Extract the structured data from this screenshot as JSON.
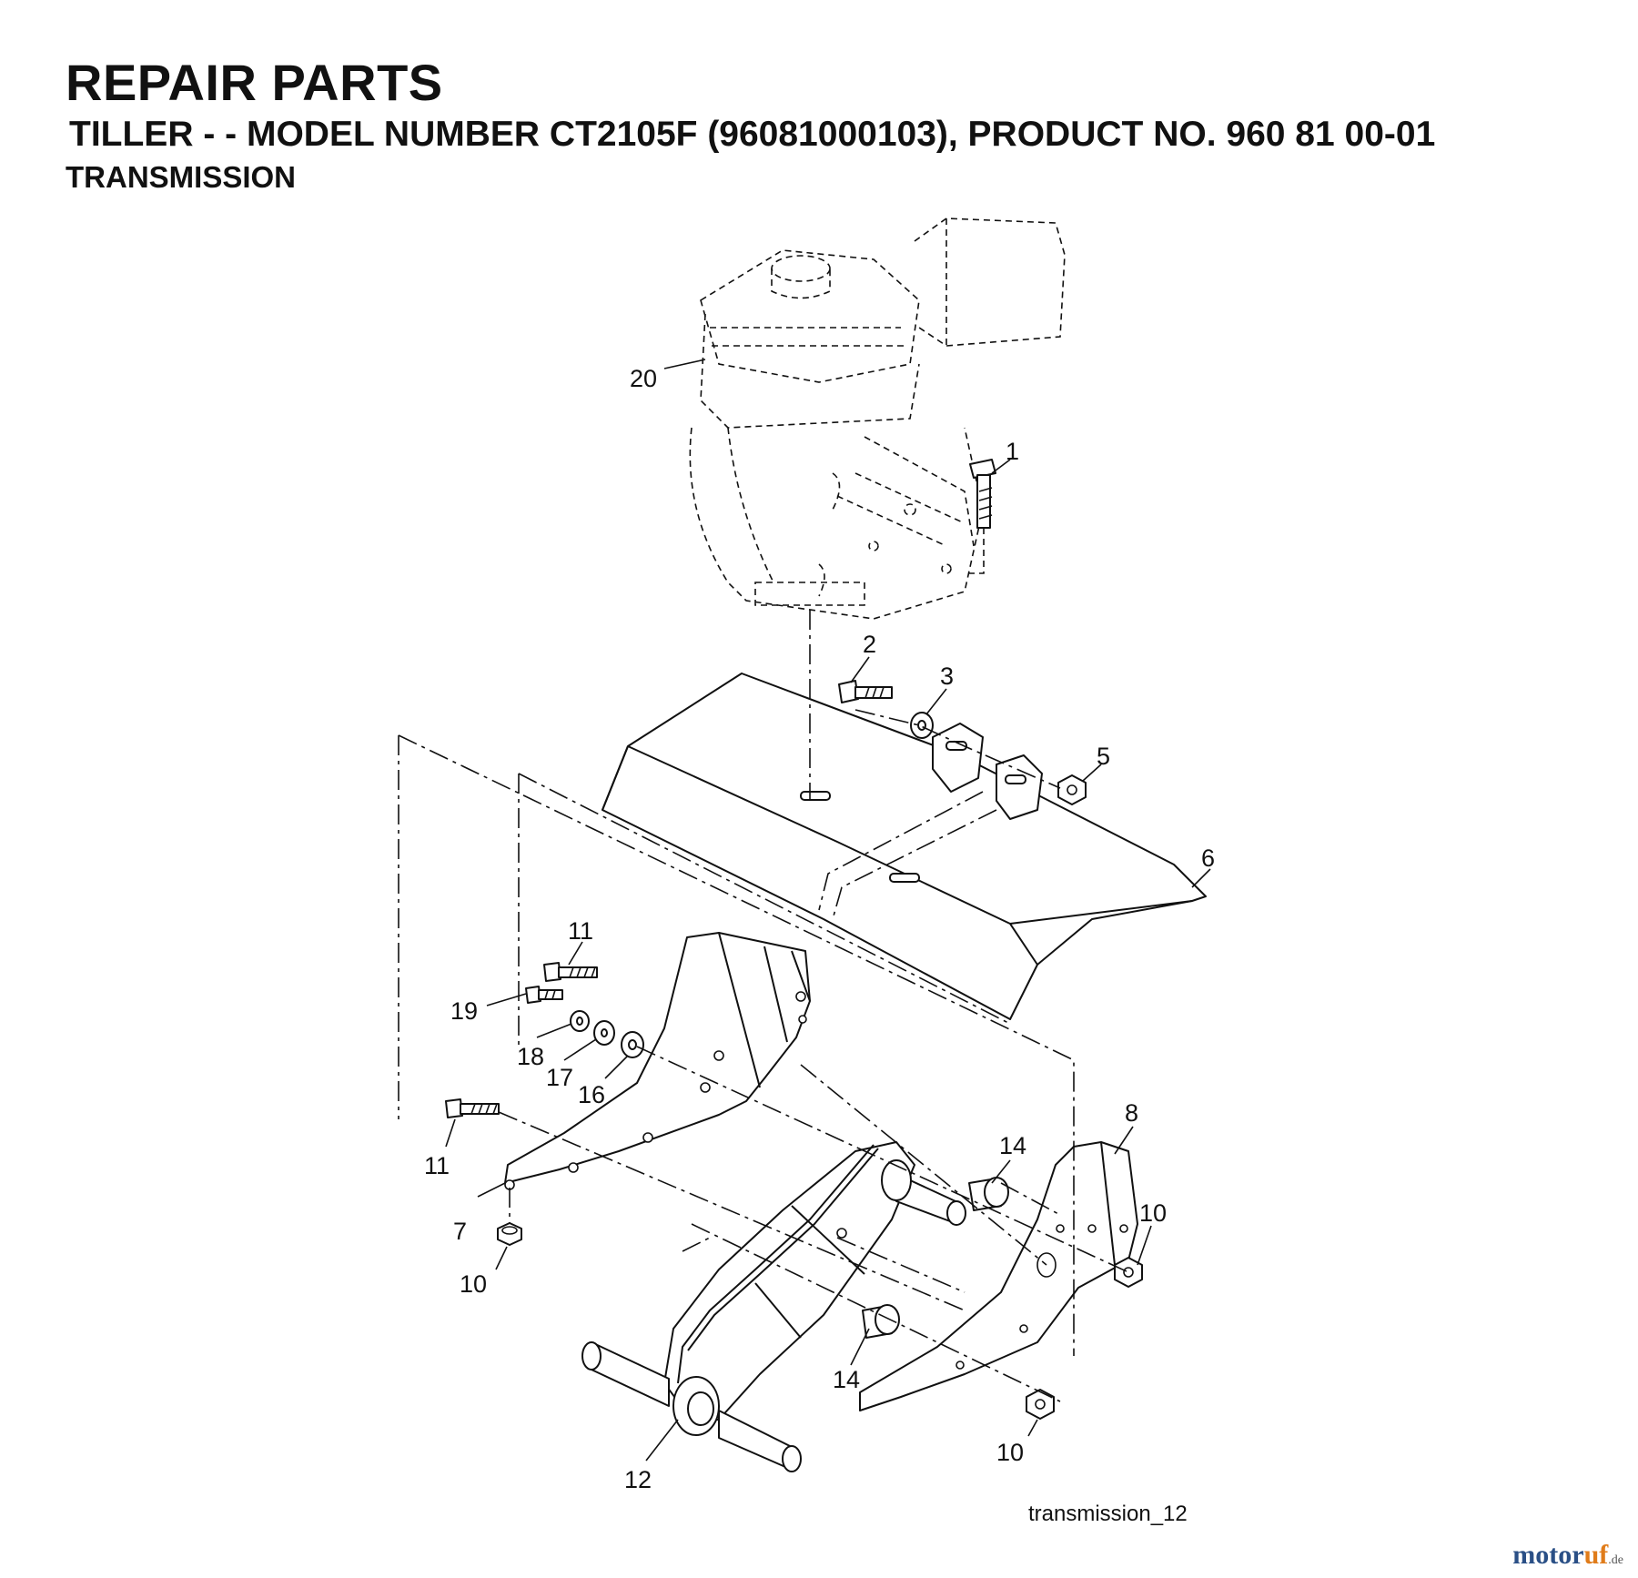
{
  "header": {
    "title": "REPAIR PARTS",
    "subtitle": "TILLER - - MODEL NUMBER CT2105F (96081000103), PRODUCT NO. 960 81 00-01",
    "section": "TRANSMISSION"
  },
  "callouts": {
    "c1": "1",
    "c2": "2",
    "c3": "3",
    "c5": "5",
    "c6": "6",
    "c7": "7",
    "c8": "8",
    "c10a": "10",
    "c10b": "10",
    "c10c": "10",
    "c11a": "11",
    "c11b": "11",
    "c12": "12",
    "c14a": "14",
    "c14b": "14",
    "c16": "16",
    "c17": "17",
    "c18": "18",
    "c19": "19",
    "c20": "20"
  },
  "footer": {
    "drawing_id": "transmission_12",
    "watermark_main": "motor",
    "watermark_accent": "uf",
    "watermark_tld": ".de"
  },
  "colors": {
    "watermark_blue": "#2a4f86",
    "watermark_orange": "#e07c1a"
  }
}
